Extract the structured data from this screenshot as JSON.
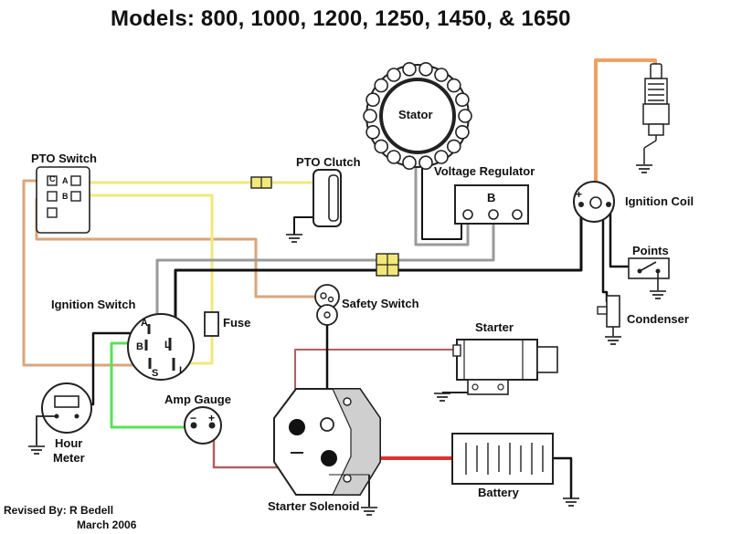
{
  "diagram": {
    "title": "Models: 800, 1000, 1200, 1250, 1450, & 1650",
    "components": {
      "stator": "Stator",
      "pto_switch": "PTO Switch",
      "pto_clutch": "PTO Clutch",
      "voltage_regulator": "Voltage Regulator",
      "regulator_terminal": "B",
      "ignition_coil": "Ignition Coil",
      "coil_terminal": "+",
      "points": "Points",
      "condenser": "Condenser",
      "ignition_switch": "Ignition Switch",
      "fuse": "Fuse",
      "safety_switch": "Safety Switch",
      "starter": "Starter",
      "amp_gauge": "Amp Gauge",
      "amp_minus": "−",
      "amp_plus": "+",
      "hour_meter_line1": "Hour",
      "hour_meter_line2": "Meter",
      "starter_solenoid": "Starter Solenoid",
      "battery": "Battery"
    },
    "ignition_switch_terminals": {
      "a": "A",
      "b": "B",
      "s": "S",
      "i": "I",
      "l": "L"
    },
    "pto_switch_terminals": {
      "c": "C",
      "a": "A",
      "b": "B"
    },
    "credits": {
      "revised_by": "Revised By: R Bedell",
      "date": "March 2006"
    }
  },
  "colors": {
    "orange": "#f0a060",
    "tan": "#d9a67a",
    "yellow": "#f2e87a",
    "green": "#58e058",
    "gray": "#9a9a9a",
    "black": "#111111",
    "red": "#e03030"
  }
}
